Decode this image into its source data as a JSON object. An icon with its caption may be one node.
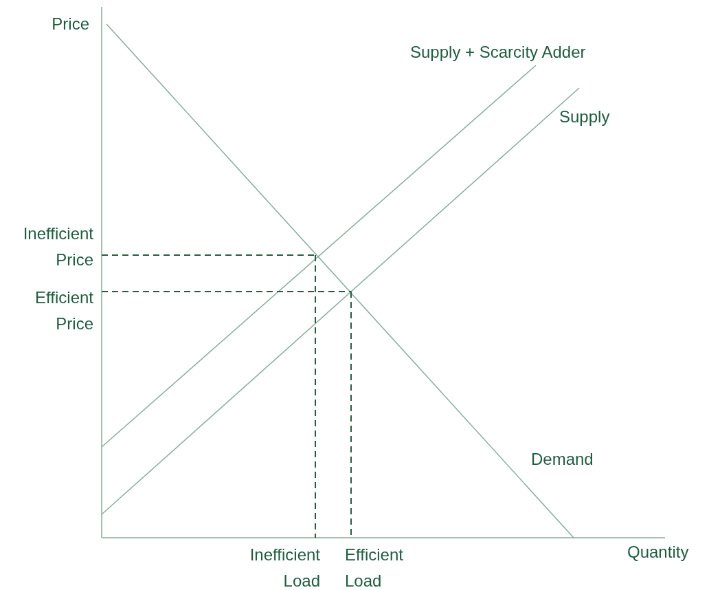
{
  "diagram": {
    "labels": [
      "Price",
      "Supply + Scarcity Adder",
      "Supply",
      "Inefficient Price",
      "Efficient Price",
      "Demand",
      "Inefficient Load",
      "Efficient Load",
      "Quantity"
    ]
  }
}
